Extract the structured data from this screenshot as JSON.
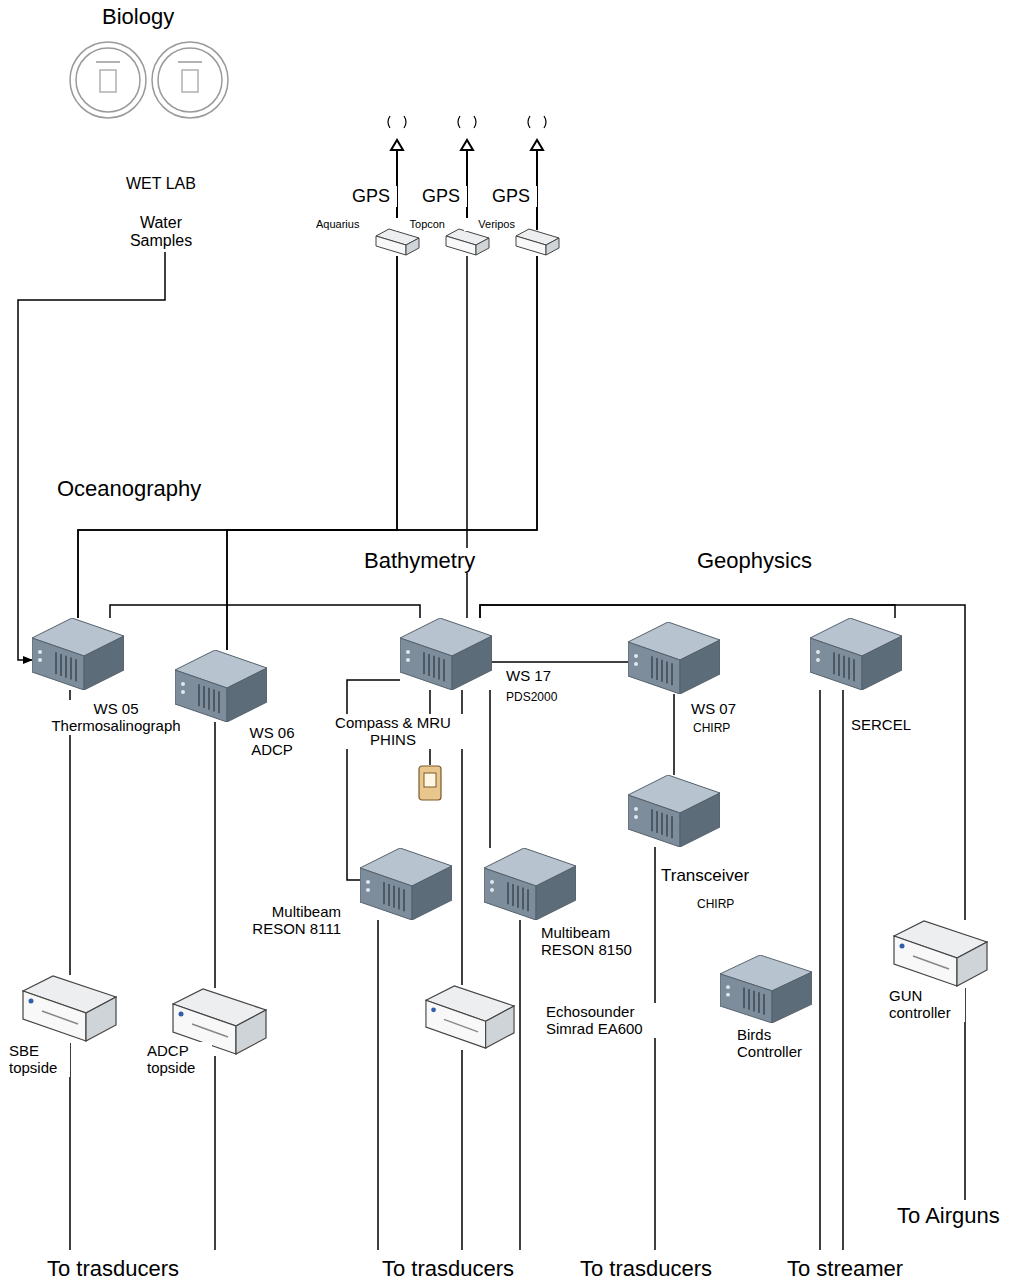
{
  "diagram": {
    "nodes": [
      {
        "text": [
          "WET LAB",
          "Water Samples"
        ]
      },
      {
        "text": [
          "GPS",
          "Aquarius"
        ]
      },
      {
        "text": [
          "GPS",
          "Topcon"
        ]
      },
      {
        "text": [
          "GPS",
          "Veripos"
        ]
      },
      {
        "text": [
          "WS 05 Thermosalinograph"
        ]
      },
      {
        "text": [
          "WS 06 ADCP"
        ]
      },
      {
        "text": [
          "WS 17",
          "PDS2000"
        ]
      },
      {
        "text": [
          "Compass & MRU PHINS"
        ]
      },
      {
        "text": [
          "WS 07",
          "CHIRP"
        ]
      },
      {
        "text": [
          "SERCEL"
        ]
      },
      {
        "text": [
          "Multibeam RESON 8111"
        ]
      },
      {
        "text": [
          "Multibeam RESON 8150"
        ]
      },
      {
        "text": [
          "Transceiver",
          "CHIRP"
        ]
      },
      {
        "text": [
          "SBE topside"
        ]
      },
      {
        "text": [
          "ADCP topside"
        ]
      },
      {
        "text": [
          "Echosounder Simrad EA600"
        ]
      },
      {
        "text": [
          "Birds Controller"
        ]
      },
      {
        "text": [
          "GUN controller"
        ]
      }
    ],
    "edges": [
      {
        "from": 0,
        "to": 4,
        "arrow": "to"
      },
      {
        "from": 1,
        "to": 4,
        "arrow": "none"
      },
      {
        "from": 1,
        "to": 5,
        "arrow": "none"
      },
      {
        "from": 3,
        "to": 4,
        "arrow": "none"
      },
      {
        "from": 3,
        "to": 5,
        "arrow": "none"
      },
      {
        "from": 2,
        "to": 6,
        "arrow": "none"
      },
      {
        "from": 4,
        "to": 6,
        "arrow": "none"
      },
      {
        "from": 6,
        "to": 9,
        "arrow": "none"
      },
      {
        "from": 6,
        "to": 17,
        "arrow": "none"
      },
      {
        "from": 6,
        "to": 8,
        "arrow": "none"
      },
      {
        "from": 6,
        "to": 7,
        "arrow": "none"
      },
      {
        "from": 6,
        "to": 10,
        "arrow": "none"
      },
      {
        "from": 6,
        "to": 11,
        "arrow": "none"
      },
      {
        "from": 6,
        "to": 15,
        "arrow": "none"
      },
      {
        "from": 8,
        "to": 12,
        "arrow": "none"
      },
      {
        "from": 4,
        "to": 13,
        "arrow": "none"
      },
      {
        "from": 5,
        "to": 14,
        "arrow": "none"
      }
    ],
    "labels": [
      "Biology",
      "Oceanography",
      "Bathymetry",
      "Geophysics",
      "To trasducers",
      "To trasducers",
      "To trasducers",
      "To streamer",
      "To Airguns"
    ]
  }
}
